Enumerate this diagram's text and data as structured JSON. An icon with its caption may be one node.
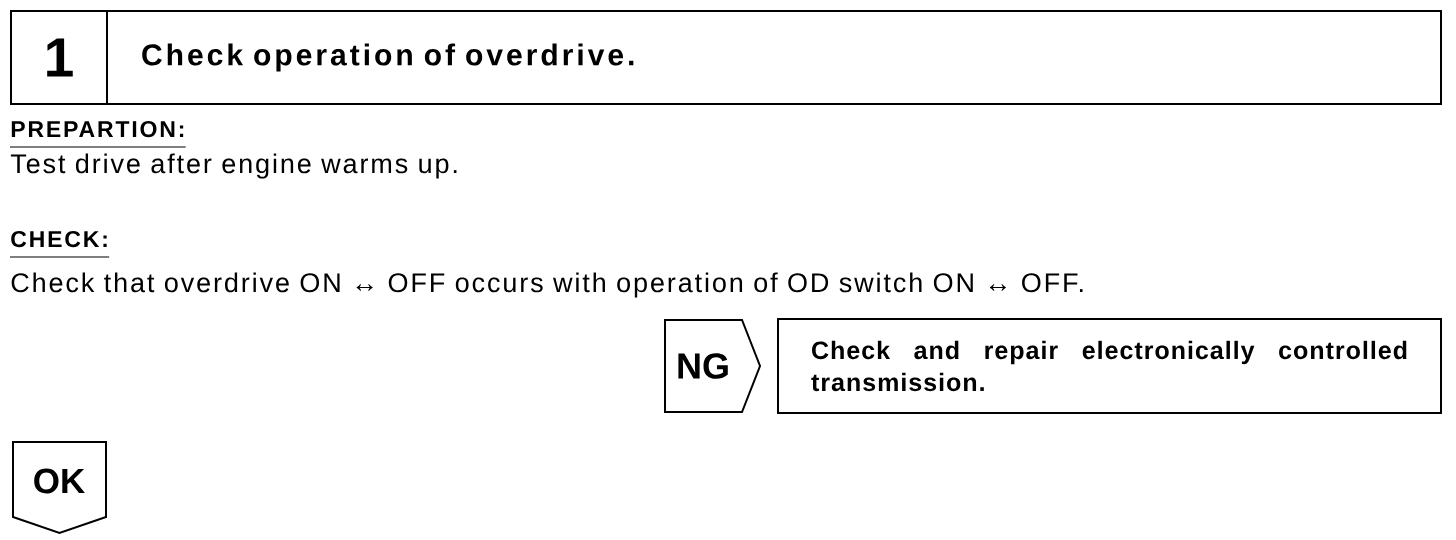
{
  "diagram": {
    "nodes": [
      {
        "text": [
          "1"
        ]
      },
      {
        "text": [
          "Check operation of overdrive."
        ]
      },
      {
        "text": [
          "NG"
        ]
      },
      {
        "text": [
          "Check and repair electronically controlled transmission."
        ]
      },
      {
        "text": [
          "OK"
        ]
      }
    ],
    "labels": [
      "PREPARTION:",
      "Test drive after engine warms up.",
      "CHECK:",
      "Check that overdrive ON ↔ OFF occurs with operation of OD switch ON ↔ OFF."
    ]
  }
}
